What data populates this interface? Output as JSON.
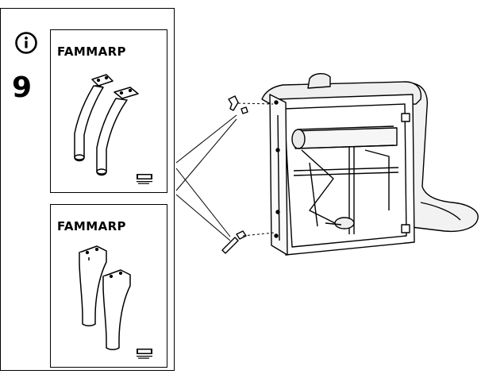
{
  "step": {
    "number": "9",
    "info_icon": "info-icon"
  },
  "cards": [
    {
      "title": "FAMMARP",
      "illustration": "curved-leg-pair",
      "logo": "brand-logo"
    },
    {
      "title": "FAMMARP",
      "illustration": "straight-leg-pair",
      "logo": "brand-logo"
    }
  ],
  "main_illustration": "sofa-section-underside"
}
